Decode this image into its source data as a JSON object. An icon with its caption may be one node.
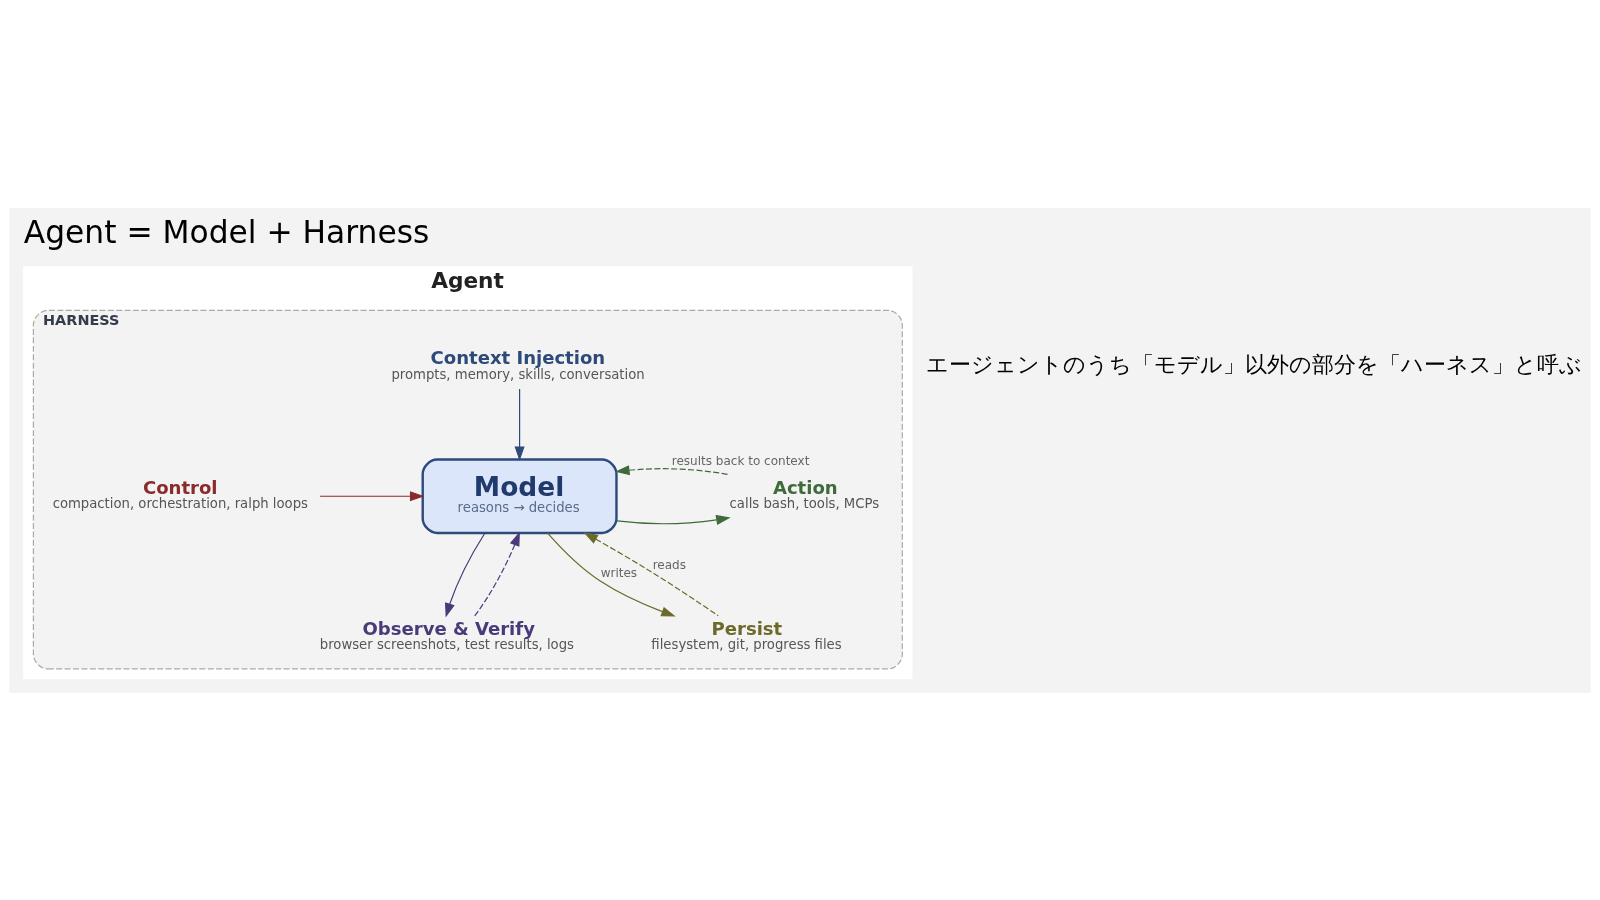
{
  "diagram": {
    "title": "Agent = Model + Harness",
    "nodes": [
      {
        "text": [
          "Agent"
        ]
      },
      {
        "text": [
          "HARNESS"
        ],
        "in": 0
      },
      {
        "text": [
          "Context Injection",
          "prompts, memory, skills, conversation"
        ],
        "in": 1
      },
      {
        "text": [
          "Control",
          "compaction, orchestration, ralph loops"
        ],
        "in": 1
      },
      {
        "text": [
          "Model",
          "reasons → decides"
        ],
        "in": 1
      },
      {
        "text": [
          "Action",
          "calls bash, tools, MCPs"
        ],
        "in": 1
      },
      {
        "text": [
          "Observe & Verify",
          "browser screenshots, test results, logs"
        ],
        "in": 1
      },
      {
        "text": [
          "Persist",
          "filesystem, git, progress files"
        ],
        "in": 1
      }
    ],
    "edges": [
      {
        "from": 2,
        "to": 4,
        "arrow": "to",
        "color": "#2d4a7a"
      },
      {
        "from": 3,
        "to": 4,
        "arrow": "to",
        "color": "#8b2a2a"
      },
      {
        "from": 4,
        "to": 5,
        "arrow": "to",
        "color": "#3f6b3a"
      },
      {
        "from": 5,
        "to": 4,
        "arrow": "to",
        "label": "results back to context",
        "style": "dashed",
        "color": "#3f6b3a"
      },
      {
        "from": 4,
        "to": 6,
        "arrow": "to",
        "color": "#4b3a7a"
      },
      {
        "from": 6,
        "to": 4,
        "arrow": "to",
        "style": "dashed",
        "color": "#4b3a7a"
      },
      {
        "from": 4,
        "to": 7,
        "arrow": "to",
        "label": "writes",
        "color": "#6b6a2a"
      },
      {
        "from": 7,
        "to": 4,
        "arrow": "to",
        "label": "reads",
        "style": "dashed",
        "color": "#6b6a2a"
      }
    ],
    "labels": [
      "エージェントのうち「モデル」以外の部分を「ハーネス」と呼ぶ"
    ]
  }
}
